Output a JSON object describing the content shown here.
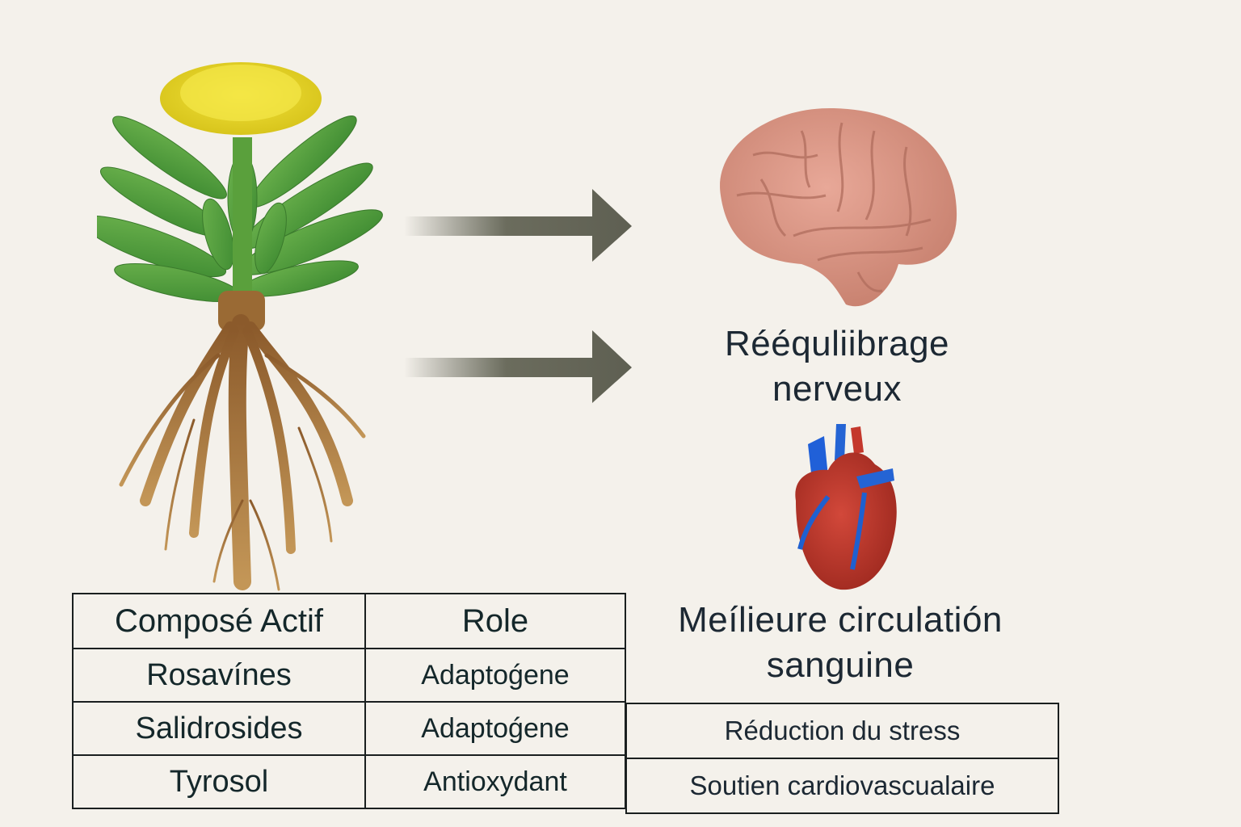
{
  "illustrations": {
    "plant": "rhodiola-plant-with-roots",
    "brain": "brain-illustration",
    "heart": "heart-illustration"
  },
  "effects": {
    "brain_label_line1": "Rééquliibrage",
    "brain_label_line2": "nerveux",
    "heart_label_line1": "Meílieure circulatión",
    "heart_label_line2": "sanguine"
  },
  "table": {
    "headers": [
      "Composé Actif",
      "Role"
    ],
    "rows": [
      {
        "compound": "Rosavínes",
        "role": "Adaptoǵene",
        "effect": ""
      },
      {
        "compound": "Salidrosides",
        "role": "Adaptoǵene",
        "effect": "Réduction du stress"
      },
      {
        "compound": "Tyrosol",
        "role": "Antioxydant",
        "effect": "Soutien cardiovascualaire"
      }
    ]
  },
  "colors": {
    "background": "#f4f1eb",
    "arrow": "#5e5f52",
    "text": "#1c2833",
    "border": "#1a1f1f",
    "flower": "#e8d92a",
    "leaf": "#4f9a3a",
    "root": "#a9773c",
    "brain": "#d99483",
    "heart": "#b8362a",
    "vessel": "#1f5fd0"
  }
}
